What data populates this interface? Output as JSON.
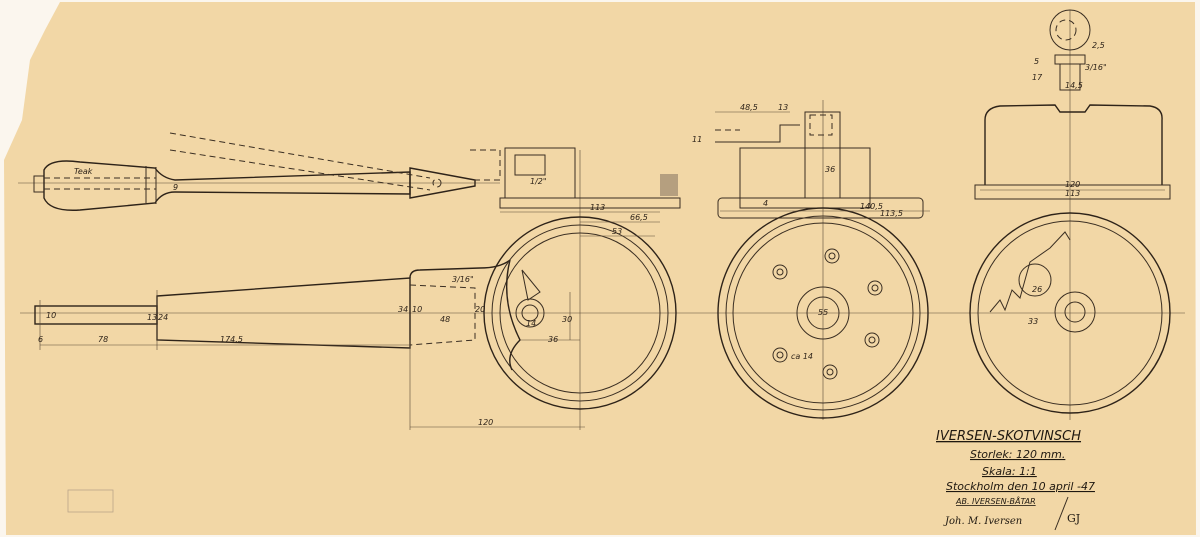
{
  "title_block": {
    "title": "IVERSEN-SKOTVINSCH",
    "size": "Storlek: 120 mm.",
    "scale": "Skala: 1:1",
    "place_date": "Stockholm den 10 april -47",
    "company": "AB. IVERSEN-BÅTAR",
    "signature": "Joh. M. Iversen",
    "initials": "GJ"
  },
  "labels": {
    "material": "Teak",
    "d_9": "9",
    "d_10": "10",
    "d_13": "13",
    "d_24": "24",
    "d_6": "6",
    "d_78": "78",
    "d_174_5": "174,5",
    "d_34": "34",
    "d_10b": "10",
    "d_48": "48",
    "d_20": "20",
    "d_3_16": "3/16\"",
    "d_113": "113",
    "d_66_5": "66,5",
    "d_53": "53",
    "d_half": "1/2\"",
    "d_30": "30",
    "d_36": "36",
    "d_120": "120",
    "d_48_5": "48,5",
    "d_13b": "13",
    "d_11": "11",
    "d_36b": "36",
    "d_140_5": "140,5",
    "d_113_5": "113,5",
    "d_4": "4",
    "d_55": "55",
    "d_ca14": "ca 14",
    "d_120b": "120",
    "d_113b": "113",
    "d_25": "2,5",
    "d_5": "5",
    "d_17": "17",
    "d_14_5": "14,5",
    "d_3_16b": "3/16\"",
    "d_33": "33",
    "d_26": "26",
    "d_14": "14"
  },
  "colors": {
    "paper": "#f2d7a6",
    "ink": "#2e2319"
  }
}
